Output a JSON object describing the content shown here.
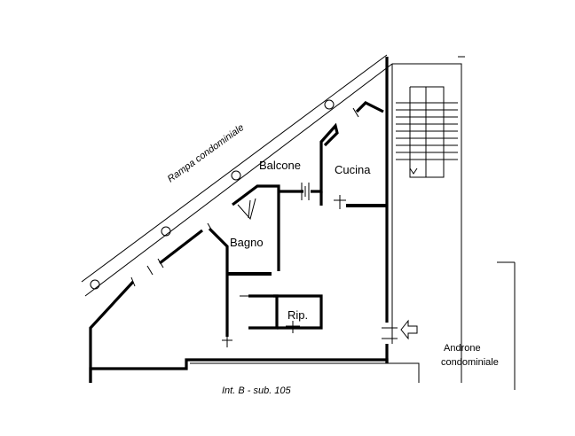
{
  "labels": {
    "rampa": "Rampa condominiale",
    "balcone": "Balcone",
    "cucina": "Cucina",
    "bagno": "Bagno",
    "rip": "Rip.",
    "androne_line1": "Androne",
    "androne_line2": "condominiale",
    "caption": "Int. B - sub. 105"
  }
}
